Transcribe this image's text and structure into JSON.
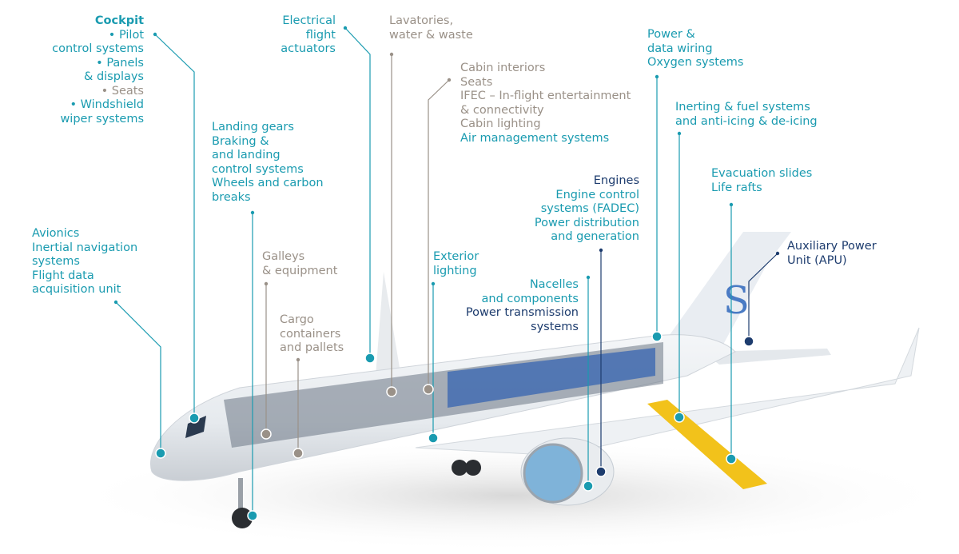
{
  "colors": {
    "teal": "#1a9bb0",
    "navy": "#1d3c6e",
    "gray": "#9a9188"
  },
  "labels": {
    "cockpit": [
      {
        "text": "Cockpit",
        "color": "teal",
        "bold": true
      },
      {
        "text": "• Pilot",
        "color": "teal"
      },
      {
        "text": "control systems",
        "color": "teal"
      },
      {
        "text": "• Panels",
        "color": "teal"
      },
      {
        "text": "& displays",
        "color": "teal"
      },
      {
        "text": "• Seats",
        "color": "gray"
      },
      {
        "text": "• Windshield",
        "color": "teal"
      },
      {
        "text": "wiper systems",
        "color": "teal"
      }
    ],
    "electrical": [
      {
        "text": "Electrical",
        "color": "teal"
      },
      {
        "text": "flight",
        "color": "teal"
      },
      {
        "text": "actuators",
        "color": "teal"
      }
    ],
    "lavatories": [
      {
        "text": "Lavatories,",
        "color": "gray"
      },
      {
        "text": "water & waste",
        "color": "gray"
      }
    ],
    "cabin": [
      {
        "text": "Cabin interiors",
        "color": "gray"
      },
      {
        "text": "Seats",
        "color": "gray"
      },
      {
        "text": "IFEC – In-flight entertainment",
        "color": "gray"
      },
      {
        "text": "& connectivity",
        "color": "gray"
      },
      {
        "text": "Cabin lighting",
        "color": "gray"
      },
      {
        "text": "Air management systems",
        "color": "teal"
      }
    ],
    "power_wiring": [
      {
        "text": "Power &",
        "color": "teal"
      },
      {
        "text": "data wiring",
        "color": "teal"
      },
      {
        "text": "Oxygen systems",
        "color": "teal"
      }
    ],
    "inerting": [
      {
        "text": "Inerting & fuel systems",
        "color": "teal"
      },
      {
        "text": "and anti-icing & de-icing",
        "color": "teal"
      }
    ],
    "evacuation": [
      {
        "text": "Evacuation slides",
        "color": "teal"
      },
      {
        "text": "Life rafts",
        "color": "teal"
      }
    ],
    "apu": [
      {
        "text": "Auxiliary Power",
        "color": "navy"
      },
      {
        "text": "Unit (APU)",
        "color": "navy"
      }
    ],
    "landing": [
      {
        "text": "Landing gears",
        "color": "teal"
      },
      {
        "text": "Braking &",
        "color": "teal"
      },
      {
        "text": "and landing",
        "color": "teal"
      },
      {
        "text": "control systems",
        "color": "teal"
      },
      {
        "text": "Wheels and carbon",
        "color": "teal"
      },
      {
        "text": "breaks",
        "color": "teal"
      }
    ],
    "engines": [
      {
        "text": "Engines",
        "color": "navy"
      },
      {
        "text": "Engine control",
        "color": "teal"
      },
      {
        "text": "systems (FADEC)",
        "color": "teal"
      },
      {
        "text": "Power distribution",
        "color": "teal"
      },
      {
        "text": "and generation",
        "color": "teal"
      }
    ],
    "avionics": [
      {
        "text": "Avionics",
        "color": "teal"
      },
      {
        "text": "Inertial navigation",
        "color": "teal"
      },
      {
        "text": "systems",
        "color": "teal"
      },
      {
        "text": "Flight data",
        "color": "teal"
      },
      {
        "text": "acquisition unit",
        "color": "teal"
      }
    ],
    "galleys": [
      {
        "text": "Galleys",
        "color": "gray"
      },
      {
        "text": "& equipment",
        "color": "gray"
      }
    ],
    "exterior": [
      {
        "text": "Exterior",
        "color": "teal"
      },
      {
        "text": "lighting",
        "color": "teal"
      }
    ],
    "cargo": [
      {
        "text": "Cargo",
        "color": "gray"
      },
      {
        "text": "containers",
        "color": "gray"
      },
      {
        "text": "and pallets",
        "color": "gray"
      }
    ],
    "nacelles": [
      {
        "text": "Nacelles",
        "color": "teal"
      },
      {
        "text": "and components",
        "color": "teal"
      },
      {
        "text": "Power transmission",
        "color": "navy"
      },
      {
        "text": "systems",
        "color": "navy"
      }
    ]
  },
  "tail_logo": "S"
}
